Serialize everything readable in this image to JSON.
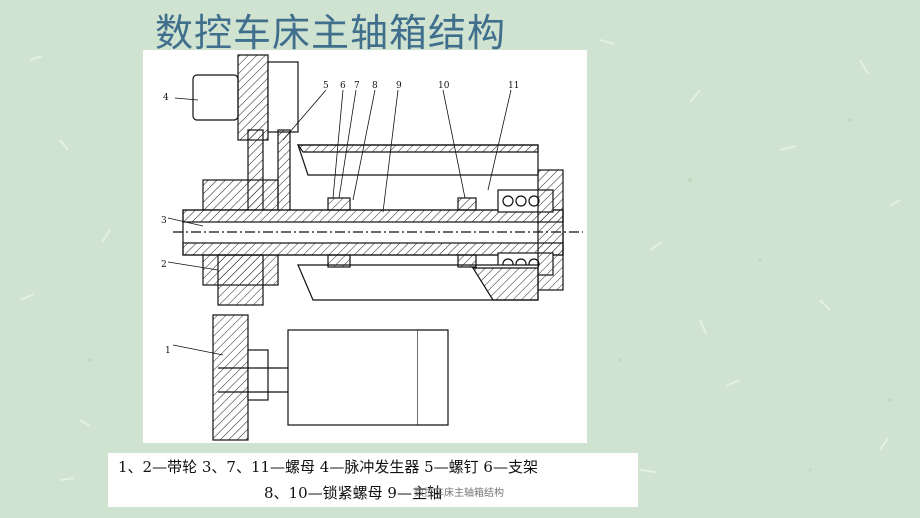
{
  "slide": {
    "title": "数控车床主轴箱结构",
    "caption_line1": "1、2—带轮   3、7、11—螺母   4—脉冲发生器   5—螺钉   6—支架",
    "caption_line2": "8、10—锁紧螺母   9—主轴",
    "footer": "数控车床主轴箱结构"
  },
  "drawing": {
    "part_labels": [
      "1",
      "2",
      "3",
      "4",
      "5",
      "6",
      "7",
      "8",
      "9",
      "10",
      "11"
    ]
  }
}
